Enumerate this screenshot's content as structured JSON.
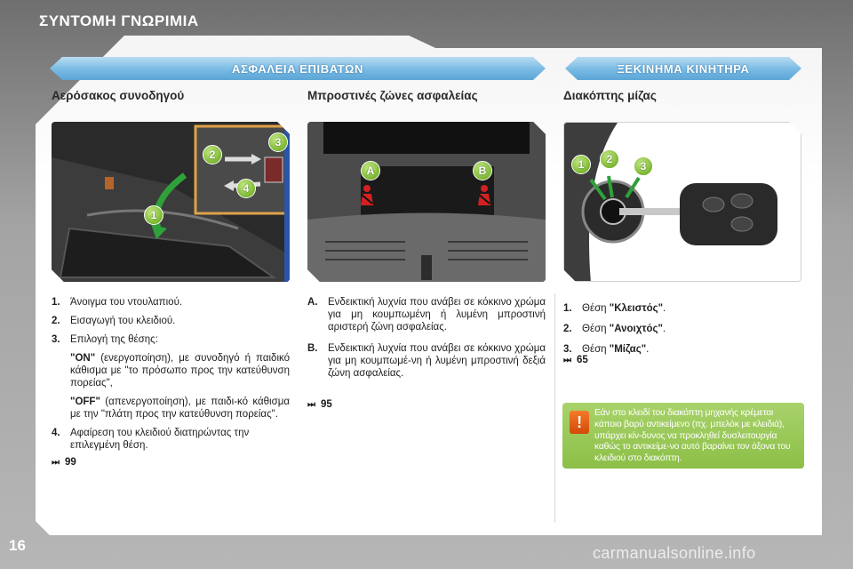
{
  "page_title": "ΣΥΝΤΟΜΗ ΓΝΩΡΙΜΙΑ",
  "banners": {
    "left": "ΑΣΦΑΛΕΙΑ ΕΠΙΒΑΤΩΝ",
    "right": "ΞΕΚΙΝΗΜΑ ΚΙΝΗΤΗΡΑ"
  },
  "col1": {
    "heading": "Αερόσακος συνοδηγού",
    "callouts": [
      "1",
      "2",
      "3",
      "4"
    ],
    "items": [
      {
        "num": "1.",
        "text": "Άνοιγμα του ντουλαπιού."
      },
      {
        "num": "2.",
        "text": "Εισαγωγή του κλειδιού."
      },
      {
        "num": "3.",
        "text": "Επιλογή της θέσης:"
      }
    ],
    "sub_on_kw": "\"ON\"",
    "sub_on_text": " (ενεργοποίηση), με συνοδηγό ή παιδικό κάθισμα με \"το πρόσωπο προς την κατεύθυνση πορείας\",",
    "sub_off_kw": "\"OFF\"",
    "sub_off_text": " (απενεργοποίηση), με παιδι-κό κάθισμα με την \"πλάτη προς την κατεύθυνση πορείας\".",
    "item4": {
      "num": "4.",
      "text": "Αφαίρεση του κλειδιού διατηρώντας την επιλεγμένη θέση."
    },
    "ref_arrow": "⏭",
    "ref": "99"
  },
  "col2": {
    "heading": "Μπροστινές ζώνες ασφαλείας",
    "callouts": [
      "A",
      "B"
    ],
    "items": [
      {
        "num": "A.",
        "text": "Ενδεικτική λυχνία που ανάβει σε κόκκινο χρώμα για μη κουμπωμένη ή λυμένη μπροστινή αριστερή ζώνη ασφαλείας."
      },
      {
        "num": "B.",
        "text": "Ενδεικτική λυχνία που ανάβει σε κόκκινο χρώμα για μη κουμπωμέ-νη ή λυμένη μπροστινή δεξιά ζώνη ασφαλείας."
      }
    ],
    "ref_arrow": "⏭",
    "ref": "95"
  },
  "col3": {
    "heading": "Διακόπτης μίζας",
    "callouts": [
      "1",
      "2",
      "3"
    ],
    "items": [
      {
        "num": "1.",
        "pre": "Θέση ",
        "kw": "\"Κλειστός\"",
        "post": "."
      },
      {
        "num": "2.",
        "pre": "Θέση ",
        "kw": "\"Ανοιχτός\"",
        "post": "."
      },
      {
        "num": "3.",
        "pre": "Θέση ",
        "kw": "\"Μίζας\"",
        "post": "."
      }
    ],
    "ref_arrow": "⏭",
    "ref": "65",
    "warning_mark": "!",
    "warning_text": "Εάν στο κλειδί του διακόπτη μηχανής κρέμεται κάποιο βαρύ αντικείμενο (πχ. μπελόκ με κλειδιά), υπάρχει κίν-δυνος να προκληθεί δυσλειτουργία καθώς το αντικείμε-νο αυτό βαραίνει τον άξονα του κλειδιού στο διακόπτη."
  },
  "page_number": "16",
  "watermark": "carmanualsonline.info",
  "colors": {
    "banner": "#7dbde6",
    "callout": "#7ab62f",
    "warning_bg": "#8cbf47",
    "warning_mark": "#e05a12",
    "belt_icon": "#d42020"
  }
}
